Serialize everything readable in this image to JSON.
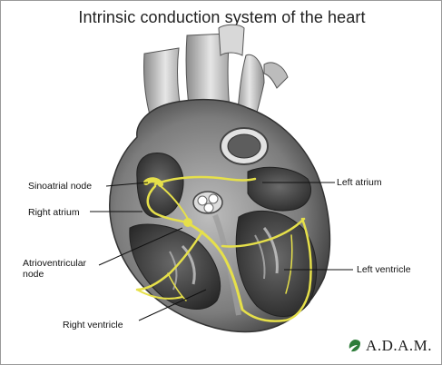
{
  "title": "Intrinsic conduction system of the heart",
  "labels": {
    "sinoatrial_node": "Sinoatrial node",
    "right_atrium": "Right atrium",
    "atrioventricular_node": "Atrioventricular\nnode",
    "right_ventricle": "Right ventricle",
    "left_atrium": "Left atrium",
    "left_ventricle": "Left ventricle"
  },
  "brand": {
    "name": "A.D.A.M.",
    "icon": "leaf-icon"
  },
  "colors": {
    "conduction": "#e6e04a",
    "heart_dark": "#2f2f2f",
    "heart_mid": "#7a7a7a",
    "heart_light": "#cfcfcf",
    "brand_green": "#2e7d3a"
  }
}
